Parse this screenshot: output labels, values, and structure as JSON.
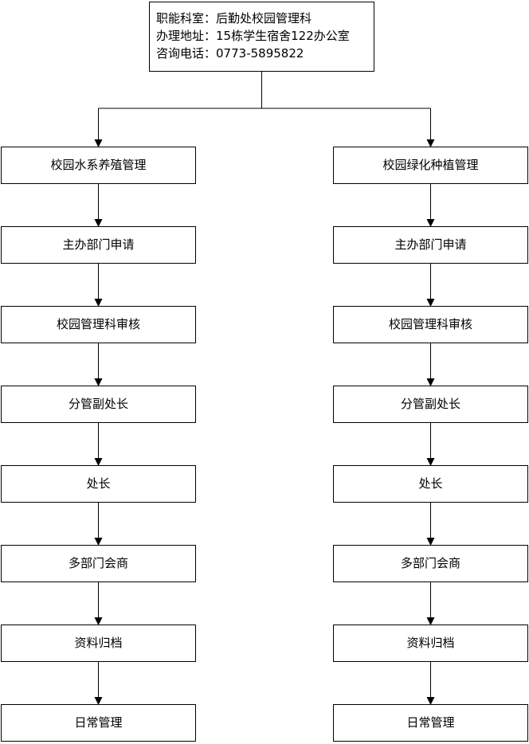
{
  "info": {
    "department_label": "职能科室：",
    "department_value": "后勤处校园管理科",
    "address_label": "办理地址：",
    "address_value": "15栋学生宿舍122办公室",
    "phone_label": "咨询电话：",
    "phone_value": "0773-5895822"
  },
  "left_column": {
    "title": "校园水系养殖管理",
    "steps": [
      "主办部门申请",
      "校园管理科审核",
      "分管副处长",
      "处长",
      "多部门会商",
      "资料归档",
      "日常管理"
    ]
  },
  "right_column": {
    "title": "校园绿化种植管理",
    "steps": [
      "主办部门申请",
      "校园管理科审核",
      "分管副处长",
      "处长",
      "多部门会商",
      "资料归档",
      "日常管理"
    ]
  },
  "colors": {
    "line": "#000000",
    "box_border": "#000000",
    "background": "#ffffff"
  }
}
